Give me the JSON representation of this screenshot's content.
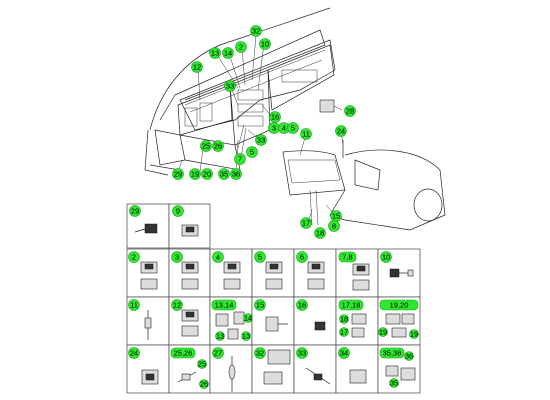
{
  "overview": {
    "callouts": [
      {
        "id": "c-32",
        "label": "32"
      },
      {
        "id": "c-10",
        "label": "10"
      },
      {
        "id": "c-2",
        "label": "2"
      },
      {
        "id": "c-13",
        "label": "13"
      },
      {
        "id": "c-14",
        "label": "14"
      },
      {
        "id": "c-12",
        "label": "12"
      },
      {
        "id": "c-28",
        "label": "28"
      },
      {
        "id": "c-33a",
        "label": "33"
      },
      {
        "id": "c-16",
        "label": "16"
      },
      {
        "id": "c-3",
        "label": "3"
      },
      {
        "id": "c-4",
        "label": "4"
      },
      {
        "id": "c-5",
        "label": "5"
      },
      {
        "id": "c-33b",
        "label": "33"
      },
      {
        "id": "c-25",
        "label": "25"
      },
      {
        "id": "c-26",
        "label": "26"
      },
      {
        "id": "c-5b",
        "label": "5"
      },
      {
        "id": "c-7",
        "label": "7"
      },
      {
        "id": "c-29",
        "label": "29"
      },
      {
        "id": "c-19",
        "label": "19"
      },
      {
        "id": "c-20",
        "label": "20"
      },
      {
        "id": "c-35",
        "label": "35"
      },
      {
        "id": "c-36",
        "label": "36"
      },
      {
        "id": "c-11",
        "label": "11"
      },
      {
        "id": "c-24",
        "label": "24"
      },
      {
        "id": "c-17",
        "label": "17"
      },
      {
        "id": "c-15",
        "label": "15"
      },
      {
        "id": "c-18",
        "label": "18"
      },
      {
        "id": "c-8",
        "label": "8"
      }
    ]
  },
  "grid": {
    "row0": [
      {
        "label": "29"
      },
      {
        "label": "9"
      }
    ],
    "row1": [
      {
        "label": "2"
      },
      {
        "label": "3"
      },
      {
        "label": "4"
      },
      {
        "label": "5"
      },
      {
        "label": "6"
      },
      {
        "label": "7,8"
      },
      {
        "label": "10"
      }
    ],
    "row2": [
      {
        "label": "11"
      },
      {
        "label": "12"
      },
      {
        "label": "13,14"
      },
      {
        "label": "15"
      },
      {
        "label": "16"
      },
      {
        "label": "17,18"
      },
      {
        "label": "19,20"
      }
    ],
    "row3": [
      {
        "label": "24"
      },
      {
        "label": "25,26"
      },
      {
        "label": "27"
      },
      {
        "label": "32"
      },
      {
        "label": "33"
      },
      {
        "label": "34"
      },
      {
        "label": "35,36"
      }
    ],
    "sub_labels": {
      "cell_13_14_a": "14",
      "cell_13_14_b": "13",
      "cell_13_14_c": "13",
      "cell_17_18_a": "18",
      "cell_17_18_b": "17",
      "cell_19_20_a": "19",
      "cell_19_20_b": "19",
      "cell_25_26_a": "25",
      "cell_25_26_b": "26",
      "cell_35_36_a": "35",
      "cell_35_36_b": "36"
    }
  },
  "colors": {
    "callout_fill": "#2ee82e",
    "line": "#222222",
    "background": "#ffffff"
  }
}
